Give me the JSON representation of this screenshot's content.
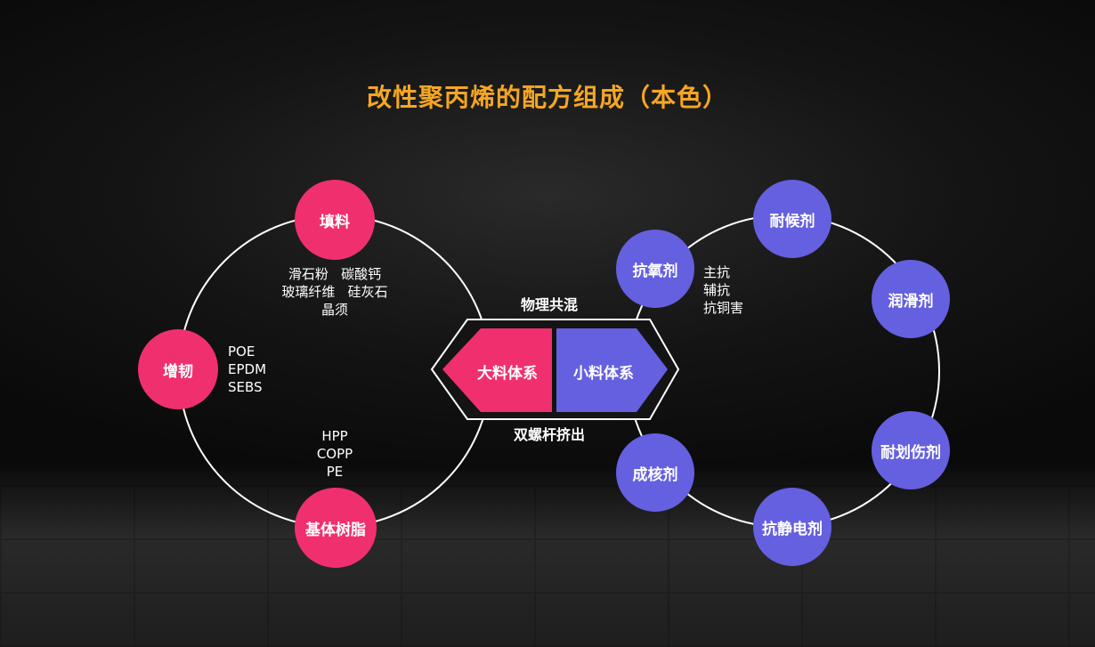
{
  "title": "改性聚丙烯的配方组成（本色）",
  "left_nodes": {
    "filler": "填料",
    "toughening": "增韧",
    "base_resin": "基体树脂"
  },
  "filler_desc": [
    "滑石粉   碳酸钙",
    "玻璃纤维   硅灰石",
    "晶须"
  ],
  "toughening_desc": [
    "POE",
    "EPDM",
    "SEBS"
  ],
  "base_desc": [
    "HPP",
    "COPP",
    "PE"
  ],
  "center": {
    "top_label": "物理共混",
    "bottom_label": "双螺杆挤出",
    "left_block": "大料体系",
    "right_block": "小料体系"
  },
  "right_nodes": {
    "antioxidant": "抗氧剂",
    "weathering": "耐候剂",
    "lubricant": "润滑剂",
    "scratch": "耐划伤剂",
    "antistatic": "抗静电剂",
    "nucleating": "成核剂"
  },
  "antioxidant_desc": [
    "主抗",
    "辅抗",
    "抗铜害"
  ],
  "colors": {
    "title": "#f5a623",
    "pink": "#f0306e",
    "purple": "#6560e0",
    "line": "#ffffff"
  }
}
